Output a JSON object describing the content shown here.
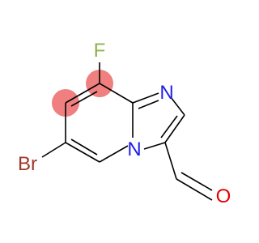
{
  "molecule": {
    "atoms": [
      {
        "id": "F",
        "label": "F",
        "color": "#8CB34E"
      },
      {
        "id": "N1",
        "label": "N",
        "color": "#1E1EE6"
      },
      {
        "id": "N2",
        "label": "N",
        "color": "#1E1EE6"
      },
      {
        "id": "Br",
        "label": "Br",
        "color": "#A0372A"
      },
      {
        "id": "O",
        "label": "O",
        "color": "#E60000"
      }
    ],
    "highlight_color": "#F08080",
    "bond_color": "#000000"
  }
}
